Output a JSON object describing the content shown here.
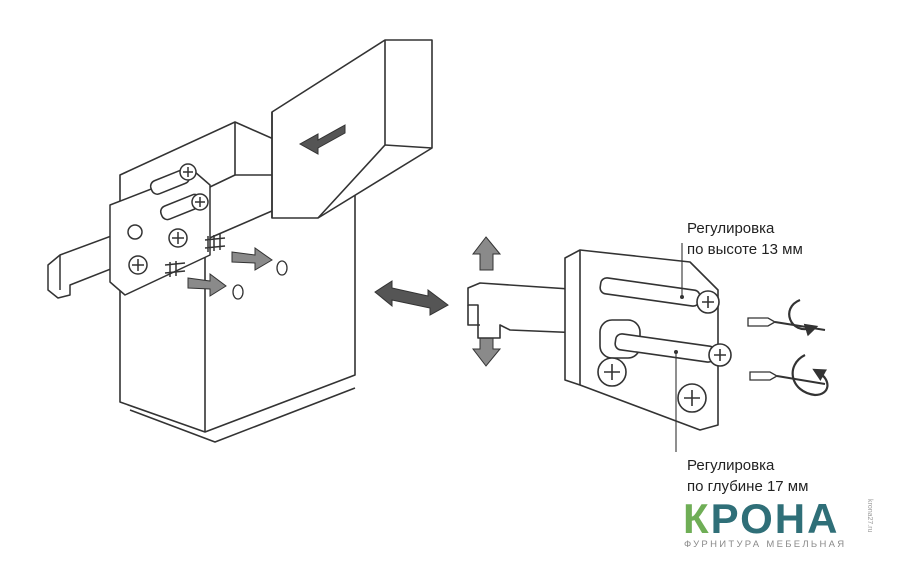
{
  "labels": {
    "height_line1": "Регулировка",
    "height_line2": "по высоте 13 мм",
    "depth_line1": "Регулировка",
    "depth_line2": "по глубине 17 мм"
  },
  "logo": {
    "brand_first": "К",
    "brand_rest": "РОНА",
    "tagline": "ФУРНИТУРА МЕБЕЛЬНАЯ",
    "site": "krona27.ru",
    "colors": {
      "primary": "#2f6f78",
      "accent": "#6fae56",
      "tagline": "#8a8a8a"
    }
  },
  "colors": {
    "line": "#333333",
    "arrow_fill": "#8a8a8a"
  }
}
